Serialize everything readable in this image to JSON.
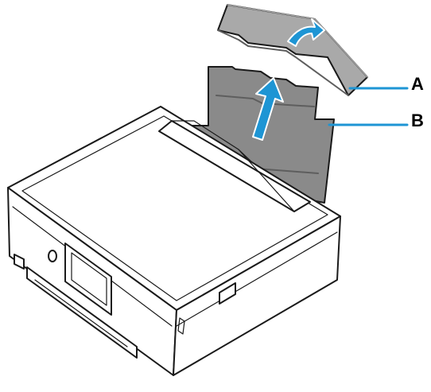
{
  "callouts": [
    {
      "id": "A",
      "label": "A",
      "target": "rear-tray-cover"
    },
    {
      "id": "B",
      "label": "B",
      "target": "paper-support"
    }
  ],
  "colors": {
    "outline": "#1a1a1a",
    "printer_body": "#ffffff",
    "tray": "#8a8a8a",
    "tray_dark": "#5e5e5e",
    "cover": "#a9a9a9",
    "accent_blue": "#1e95d4"
  },
  "icons": [
    "arrow-up-icon",
    "arrow-curved-icon"
  ]
}
